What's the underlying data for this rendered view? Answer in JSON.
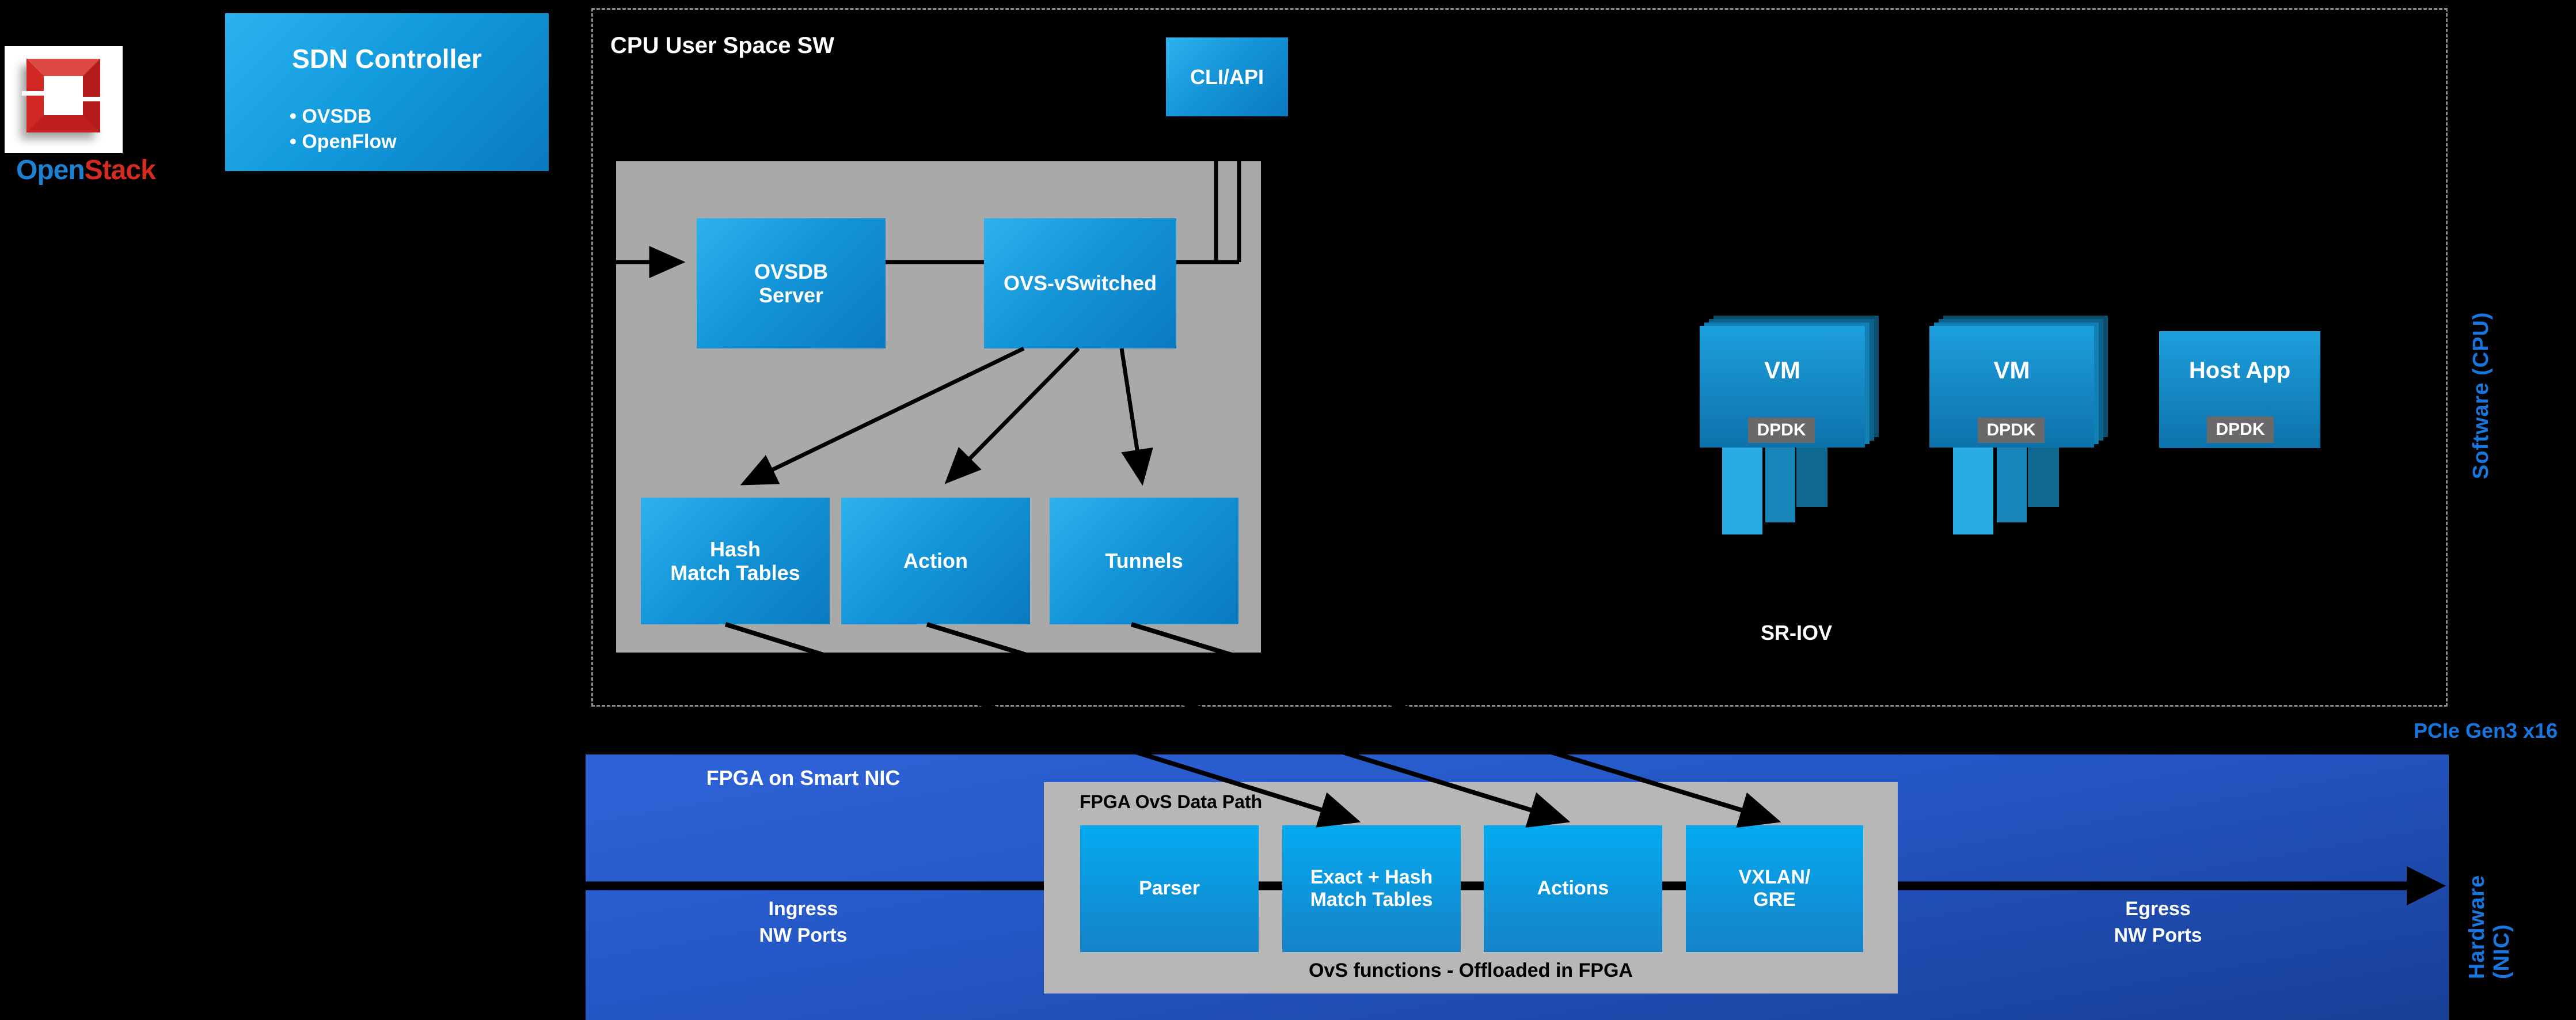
{
  "openstack": {
    "word_open": "Open",
    "word_stack": "Stack"
  },
  "sdn_controller": {
    "title": "SDN Controller",
    "bullets": [
      "• OVSDB",
      "• OpenFlow"
    ]
  },
  "cpu_region": {
    "title": "CPU User Space SW",
    "cli_api": "CLI/API",
    "ovs_box": {
      "ovsdb_server_lines": [
        "OVSDB",
        "Server"
      ],
      "ovs_vswitched": "OVS-vSwitched",
      "hash_match_lines": [
        "Hash",
        "Match Tables"
      ],
      "action": "Action",
      "tunnels": "Tunnels"
    },
    "vms": [
      {
        "label": "VM",
        "badge": "DPDK"
      },
      {
        "label": "VM",
        "badge": "DPDK"
      }
    ],
    "host_app": {
      "label": "Host App",
      "badge": "DPDK"
    },
    "sriov": "SR-IOV"
  },
  "pcie_label": "PCIe Gen3 x16",
  "side_labels": {
    "software": "Software (CPU)",
    "hardware": "Hardware (NIC)"
  },
  "nic_band": {
    "title": "FPGA on Smart NIC",
    "ingress_lines": [
      "Ingress",
      "NW Ports"
    ],
    "egress_lines": [
      "Egress",
      "NW Ports"
    ],
    "datapath": {
      "title": "FPGA OvS Data Path",
      "parser": "Parser",
      "exact_hash_lines": [
        "Exact + Hash",
        "Match Tables"
      ],
      "actions": "Actions",
      "vxlan_lines": [
        "VXLAN/",
        "GRE"
      ],
      "footer": "OvS functions - Offloaded in FPGA"
    }
  },
  "colors": {
    "accent_blue": "#1876e0",
    "box_blue_top": "#2db2ee",
    "box_blue_bottom": "#0a7ac0",
    "nic_band_blue": "#2456c4",
    "gray_panel": "#a9a9a9",
    "dpdk_gray": "#696969",
    "openstack_red": "#d42b22",
    "openstack_blue": "#1e82d2"
  }
}
